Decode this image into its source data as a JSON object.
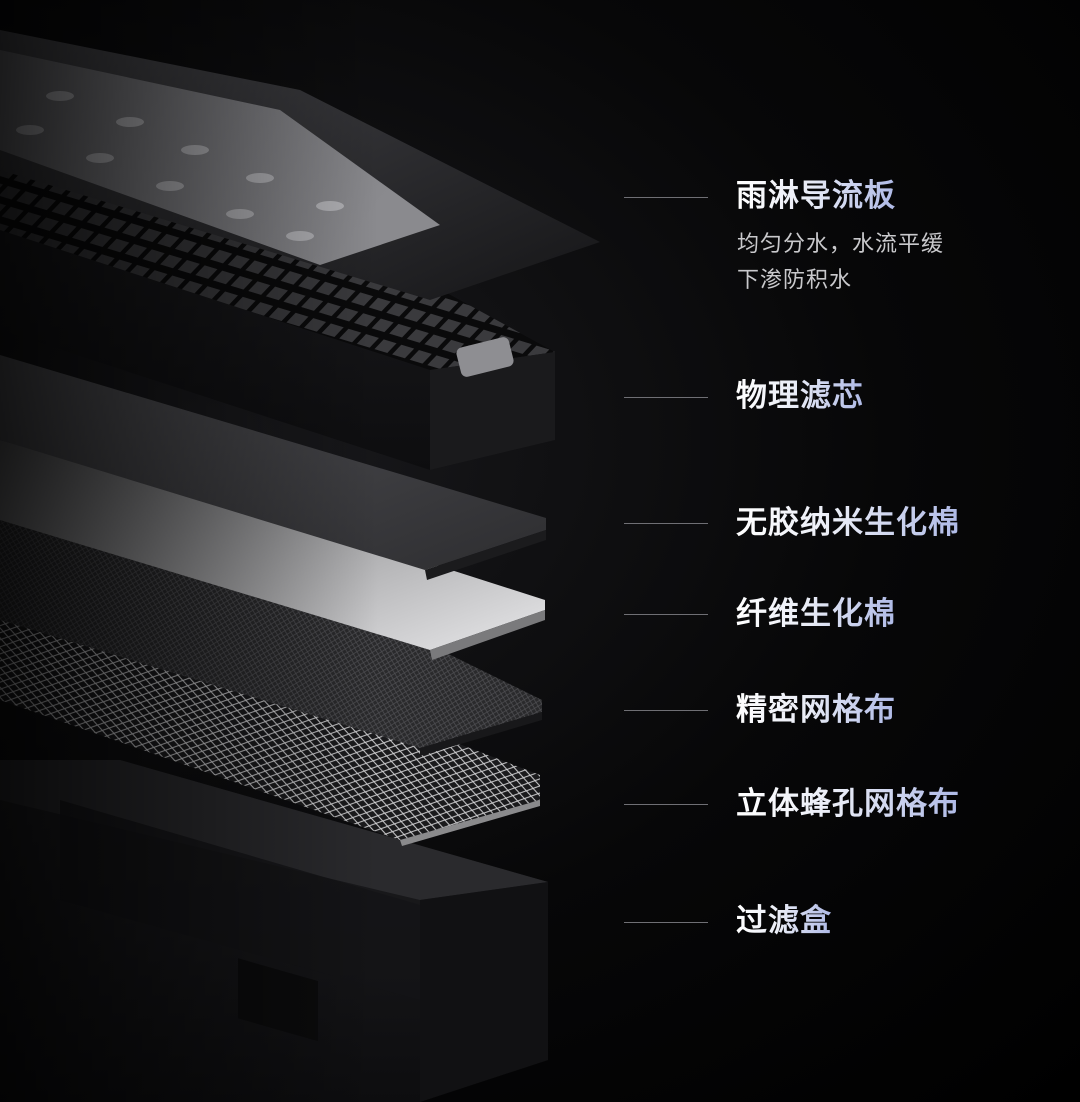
{
  "layers": [
    {
      "id": "rain-diffuser",
      "title": "雨淋导流板",
      "desc": [
        "均匀分水，水流平缓",
        "下渗防积水"
      ]
    },
    {
      "id": "physical-filter",
      "title": "物理滤芯"
    },
    {
      "id": "glue-free-nano-cotton",
      "title": "无胶纳米生化棉"
    },
    {
      "id": "fiber-bio-cotton",
      "title": "纤维生化棉"
    },
    {
      "id": "precision-mesh",
      "title": "精密网格布"
    },
    {
      "id": "honeycomb-mesh",
      "title": "立体蜂孔网格布"
    },
    {
      "id": "filter-box",
      "title": "过滤盒"
    }
  ],
  "colors": {
    "background": "#000000",
    "title_gradient_start": "#ffffff",
    "title_gradient_end": "#aeb9e6",
    "desc_text": "#c9c9cc",
    "callout_line": "#6f6f74"
  }
}
